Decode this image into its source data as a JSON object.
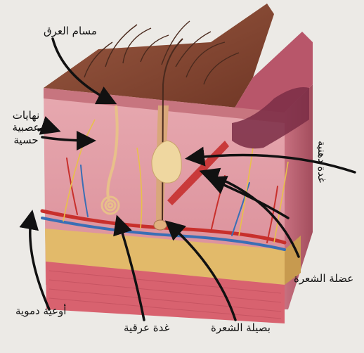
{
  "labels": {
    "sweat_pore": "مسام العرق",
    "sensory_nerve_endings_line1": "نهايات",
    "sensory_nerve_endings_line2": "عصبية",
    "sensory_nerve_endings_line3": "حسية",
    "sebaceous_gland": "غدة دهنية",
    "hair_muscle": "عضلة الشعرة",
    "hair_bulb": "بصيلة الشعرة",
    "sweat_gland": "غدة عرقية",
    "blood_vessels": "أوعية دموية"
  },
  "colors": {
    "epidermis": "#8a4a38",
    "dermis": "#e4a0a6",
    "fat": "#e0b86a",
    "deep_layer": "#d45f6f",
    "artery": "#c8302c",
    "vein": "#3a6fb5",
    "nerve": "#e8c04a",
    "background": "#eceae6"
  }
}
